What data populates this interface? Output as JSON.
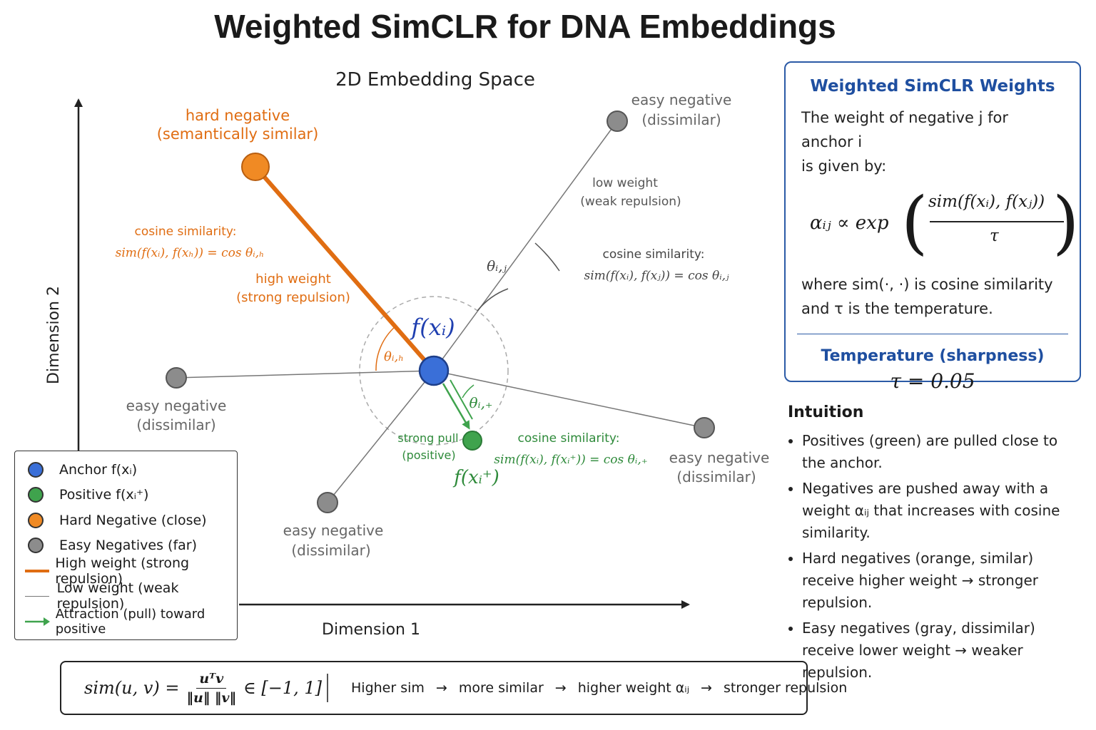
{
  "title": "Weighted SimCLR for DNA Embeddings",
  "diagram": {
    "subtitle": "2D Embedding Space",
    "x_axis_label": "Dimension 1",
    "y_axis_label": "Dimension 2",
    "anchor_label": "f(xᵢ)",
    "positive_label": "f(xᵢ⁺)",
    "hard_negative": {
      "label_line1": "hard negative",
      "label_line2": "(semantically similar)",
      "color": "#e8761f"
    },
    "easy_negative": {
      "label_line1": "easy negative",
      "label_line2": "(dissimilar)",
      "color": "#8c8c8c"
    },
    "hard_cosine": {
      "caption": "cosine similarity:",
      "formula": "sim(f(xᵢ), f(xₕ)) = cos θᵢ,ₕ",
      "weight_line1": "high weight",
      "weight_line2": "(strong repulsion)"
    },
    "easy_cosine": {
      "caption": "cosine similarity:",
      "formula": "sim(f(xᵢ), f(xⱼ)) = cos θᵢ,ⱼ",
      "weight_line1": "low weight",
      "weight_line2": "(weak repulsion)"
    },
    "positive_cosine": {
      "caption": "cosine similarity:",
      "formula": "sim(f(xᵢ), f(xᵢ⁺)) = cos θᵢ,₊",
      "pull_line1": "strong pull",
      "pull_line2": "(positive)"
    },
    "angle_hard": "θᵢ,ₕ",
    "angle_easy": "θᵢ,ⱼ",
    "angle_pos": "θᵢ,₊",
    "colors": {
      "anchor": "#3a6fd8",
      "positive": "#3fa34d",
      "hard": "#f08a24",
      "easy": "#8c8c8c",
      "line_hard": "#e06d12",
      "line_easy": "#777777"
    }
  },
  "weights_box": {
    "title": "Weighted SimCLR Weights",
    "intro_line1": "The weight of negative j for anchor i",
    "intro_line2": "is given by:",
    "formula_lhs": "αᵢⱼ ∝ exp",
    "formula_num": "sim(f(xᵢ), f(xⱼ))",
    "formula_den": "τ",
    "where_line1": "where  sim(·, ·)  is cosine similarity",
    "where_line2": "and τ is the temperature.",
    "temp_title": "Temperature (sharpness)",
    "temp_value": "τ = 0.05"
  },
  "intuition": {
    "title": "Intuition",
    "bullets": [
      "Positives (green) are pulled close to the anchor.",
      "Negatives are pushed away with a weight αᵢⱼ that increases with cosine similarity.",
      "Hard negatives (orange, similar) receive higher weight → stronger repulsion.",
      "Easy negatives (gray, dissimilar) receive lower weight → weaker repulsion."
    ]
  },
  "legend": {
    "items": [
      {
        "label": "Anchor   f(xᵢ)",
        "kind": "dot",
        "color": "#3a6fd8"
      },
      {
        "label": "Positive   f(xᵢ⁺)",
        "kind": "dot",
        "color": "#3fa34d"
      },
      {
        "label": "Hard Negative (close)",
        "kind": "dot",
        "color": "#f08a24"
      },
      {
        "label": "Easy Negatives (far)",
        "kind": "dot",
        "color": "#8c8c8c"
      },
      {
        "label": "High weight (strong repulsion)",
        "kind": "thick-line",
        "color": "#e06d12"
      },
      {
        "label": "Low weight (weak repulsion)",
        "kind": "thin-line",
        "color": "#777777"
      },
      {
        "label": "Attraction (pull) toward positive",
        "kind": "arrow",
        "color": "#3fa34d"
      }
    ]
  },
  "bottom_bar": {
    "sim_lhs": "sim(u, v) =",
    "sim_num": "uᵀv",
    "sim_den": "‖u‖ ‖v‖",
    "sim_range": "∈ [−1, 1]",
    "chain": [
      "Higher sim",
      "more similar",
      "higher weight αᵢⱼ",
      "stronger repulsion"
    ],
    "arrow": "→"
  }
}
